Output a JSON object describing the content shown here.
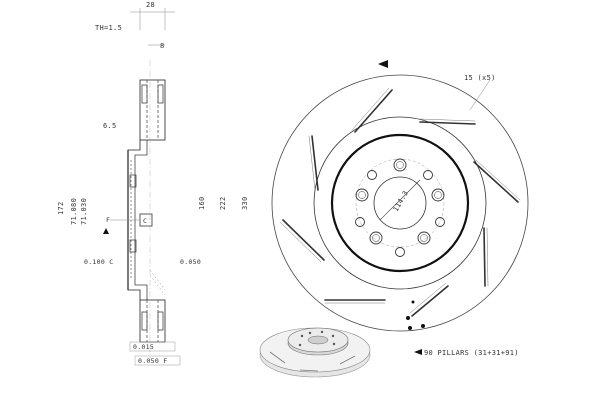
{
  "drawing": {
    "side_view": {
      "dim_overall_width": "28",
      "dim_hub_thickness": "TH=1.5",
      "dim_depth": "8",
      "dim_offset": "6.5",
      "dim_outer_diameter_172": "172",
      "dim_bore_top": "71.080",
      "dim_bore_bottom": "71.030",
      "dim_hub_diameter": "160",
      "dim_222": "222",
      "dim_330": "330",
      "datum_F": "F",
      "datum_C": "C",
      "tol_runout_left": "0.100 C",
      "tol_runout_right": "0.050",
      "tol_parallelism": "0.015",
      "tol_flatness": "0.050 F"
    },
    "front_view": {
      "bolt_holes_label": "15 (x5)",
      "pcd_label": "114.3",
      "pillars_label": "90 PILLARS (31+31+91)"
    }
  }
}
